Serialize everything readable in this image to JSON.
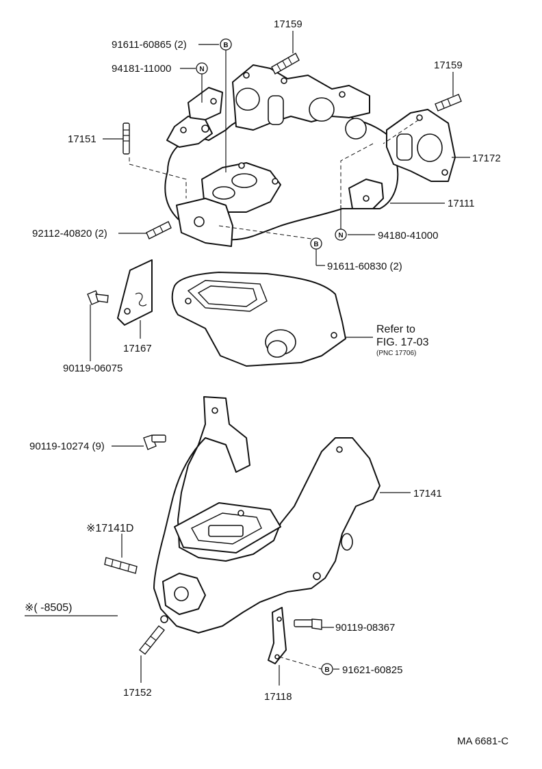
{
  "labels": {
    "p17159_top": "17159",
    "p91611_60865": "91611-60865 (2)",
    "p94181": "94181-11000",
    "p17159_right": "17159",
    "p17151": "17151",
    "p17172": "17172",
    "p17111": "17111",
    "p92112": "92112-40820 (2)",
    "p94180": "94180-41000",
    "p91611_60830": "91611-60830 (2)",
    "refer_line1": "Refer to",
    "refer_line2": "FIG. 17-03",
    "refer_line3": "(PNC 17706)",
    "p17167": "17167",
    "p90119_06075": "90119-06075",
    "p90119_10274": "90119-10274 (9)",
    "p17141": "17141",
    "p17141D": "※17141D",
    "note_range": "※(       -8505)",
    "p90119_08367": "90119-08367",
    "p91621_60825": "91621-60825",
    "p17152": "17152",
    "p17118": "17118",
    "footer": "MA  6681-C"
  },
  "markers": {
    "b": "B",
    "n": "N"
  }
}
